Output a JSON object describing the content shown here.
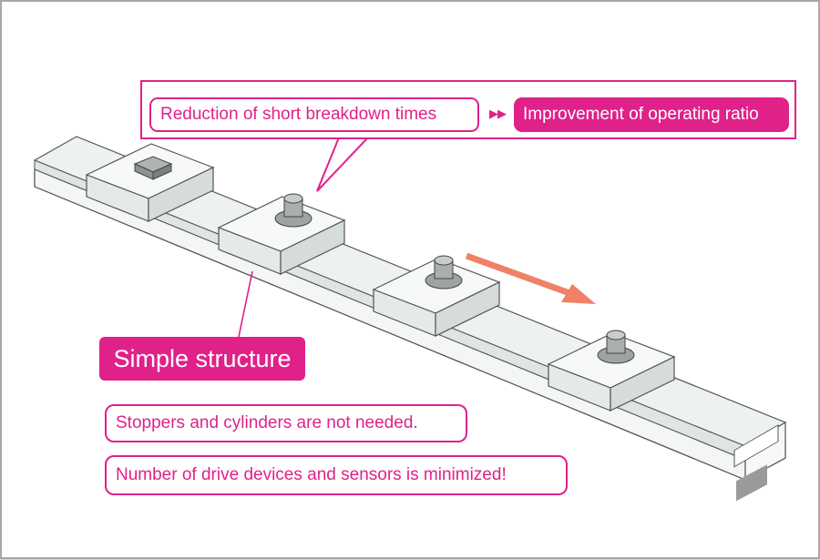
{
  "callout": {
    "cause": "Reduction of short breakdown times",
    "arrows": "▶▶",
    "effect": "Improvement of operating ratio"
  },
  "feature": {
    "title": "Simple structure",
    "notes": [
      "Stoppers and cylinders are not needed.",
      "Number of drive devices and sensors is minimized!"
    ]
  },
  "colors": {
    "accent": "#e0218a",
    "arrow": "#f08066",
    "rail": "#eef1f1",
    "outline": "#555555"
  },
  "icons": [
    "direction-arrow"
  ]
}
